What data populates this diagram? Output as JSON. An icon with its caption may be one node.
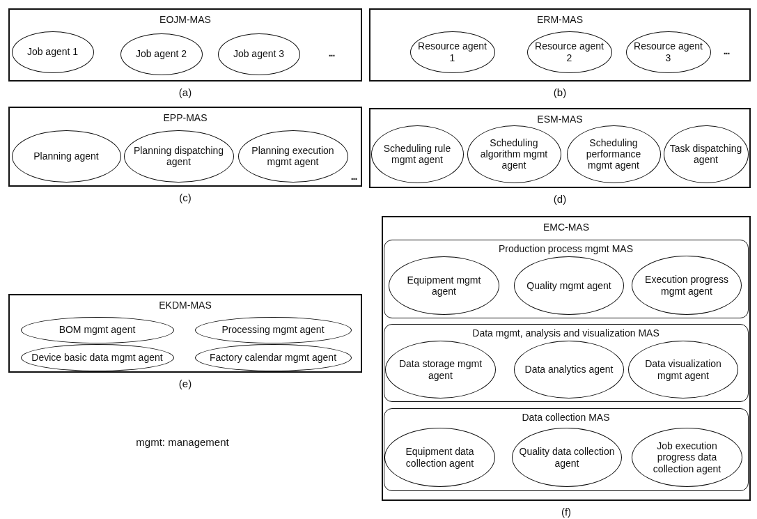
{
  "diagram": {
    "nodes": [
      {
        "text": [
          "EOJM-MAS"
        ],
        "beside": [
          "(a)"
        ]
      },
      {
        "text": [
          "Job agent 1"
        ],
        "in": 0
      },
      {
        "text": [
          "Job agent 2"
        ],
        "in": 0
      },
      {
        "text": [
          "Job agent 3"
        ],
        "in": 0
      },
      {
        "text": [
          "ERM-MAS"
        ],
        "beside": [
          "(b)"
        ]
      },
      {
        "text": [
          "Resource agent 1"
        ],
        "in": 4
      },
      {
        "text": [
          "Resource agent 2"
        ],
        "in": 4
      },
      {
        "text": [
          "Resource agent 3"
        ],
        "in": 4
      },
      {
        "text": [
          "EPP-MAS"
        ],
        "beside": [
          "(c)"
        ]
      },
      {
        "text": [
          "Planning agent"
        ],
        "in": 8
      },
      {
        "text": [
          "Planning dispatching agent"
        ],
        "in": 8
      },
      {
        "text": [
          "Planning execution mgmt agent"
        ],
        "in": 8
      },
      {
        "text": [
          "ESM-MAS"
        ],
        "beside": [
          "(d)"
        ]
      },
      {
        "text": [
          "Scheduling rule mgmt agent"
        ],
        "in": 12
      },
      {
        "text": [
          "Scheduling algorithm mgmt agent"
        ],
        "in": 12
      },
      {
        "text": [
          "Scheduling performance mgmt agent"
        ],
        "in": 12
      },
      {
        "text": [
          "Task dispatching agent"
        ],
        "in": 12
      },
      {
        "text": [
          "EKDM-MAS"
        ],
        "beside": [
          "(e)"
        ]
      },
      {
        "text": [
          "BOM mgmt agent"
        ],
        "in": 17
      },
      {
        "text": [
          "Processing mgmt agent"
        ],
        "in": 17
      },
      {
        "text": [
          "Device basic data mgmt agent"
        ],
        "in": 17
      },
      {
        "text": [
          "Factory calendar mgmt agent"
        ],
        "in": 17
      },
      {
        "text": [
          "EMC-MAS"
        ],
        "beside": [
          "(f)"
        ]
      },
      {
        "text": [
          "Production process mgmt MAS"
        ],
        "in": 22
      },
      {
        "text": [
          "Equipment mgmt agent"
        ],
        "in": 23
      },
      {
        "text": [
          "Quality mgmt agent"
        ],
        "in": 23
      },
      {
        "text": [
          "Execution progress mgmt agent"
        ],
        "in": 23
      },
      {
        "text": [
          "Data mgmt, analysis and visualization MAS"
        ],
        "in": 22
      },
      {
        "text": [
          "Data storage mgmt agent"
        ],
        "in": 27
      },
      {
        "text": [
          "Data analytics agent"
        ],
        "in": 27
      },
      {
        "text": [
          "Data visualization mgmt agent"
        ],
        "in": 27
      },
      {
        "text": [
          "Data collection MAS"
        ],
        "in": 22
      },
      {
        "text": [
          "Equipment data collection agent"
        ],
        "in": 31
      },
      {
        "text": [
          "Quality data collection agent"
        ],
        "in": 31
      },
      {
        "text": [
          "Job execution progress data collection agent"
        ],
        "in": 31
      }
    ],
    "labels": [
      "...",
      "...",
      "...",
      "mgmt: management"
    ]
  }
}
